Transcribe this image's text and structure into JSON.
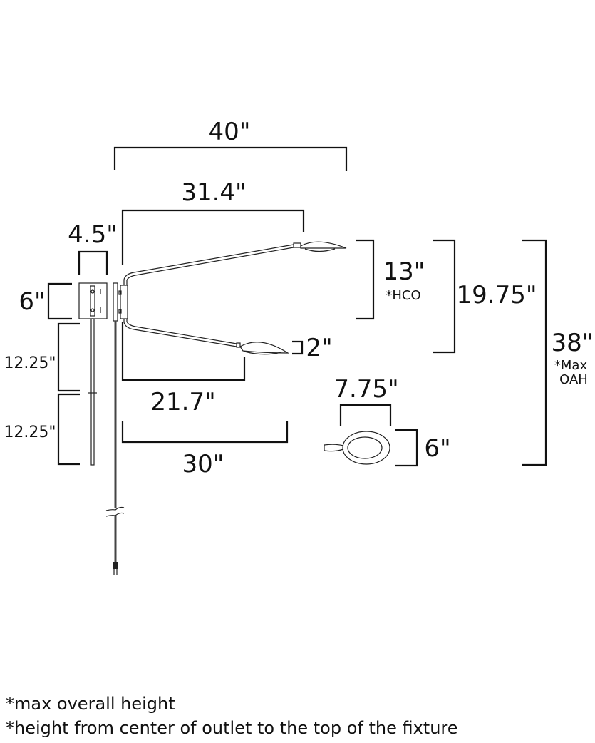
{
  "dimensions": {
    "overall_width": "40\"",
    "upper_arm_reach": "31.4\"",
    "plate_width": "4.5\"",
    "plate_height": "6\"",
    "rod_upper": "12.25\"",
    "rod_lower": "12.25\"",
    "lower_arm_reach": "21.7\"",
    "lower_extension": "30\"",
    "head_height": "2\"",
    "hco": "13\"",
    "hco_note": "*HCO",
    "mid_height": "19.75\"",
    "max_oah": "38\"",
    "max_note_1": "*Max",
    "max_note_2": "OAH",
    "head_length": "7.75\"",
    "head_width": "6\""
  },
  "footnotes": [
    "*max overall height",
    "*height from center of outlet to the top of the fixture"
  ]
}
